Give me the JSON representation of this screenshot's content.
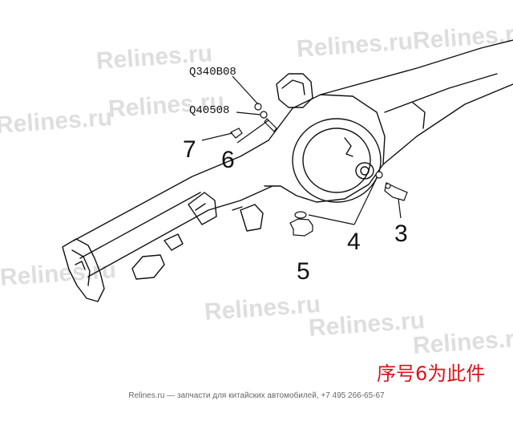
{
  "watermark": "Relines.ru",
  "part_codes": {
    "code_a": "Q340B08",
    "code_b": "Q40508"
  },
  "callouts": {
    "n3": "3",
    "n4": "4",
    "n5": "5",
    "n6": "6",
    "n7": "7"
  },
  "note": "序号6为此件",
  "footer": "Relines.ru — запчасти для китайских автомобилей, +7 495 266-65-67",
  "colors": {
    "note": "#d9141b",
    "watermark": "#d9d9d9",
    "line": "#111111"
  }
}
